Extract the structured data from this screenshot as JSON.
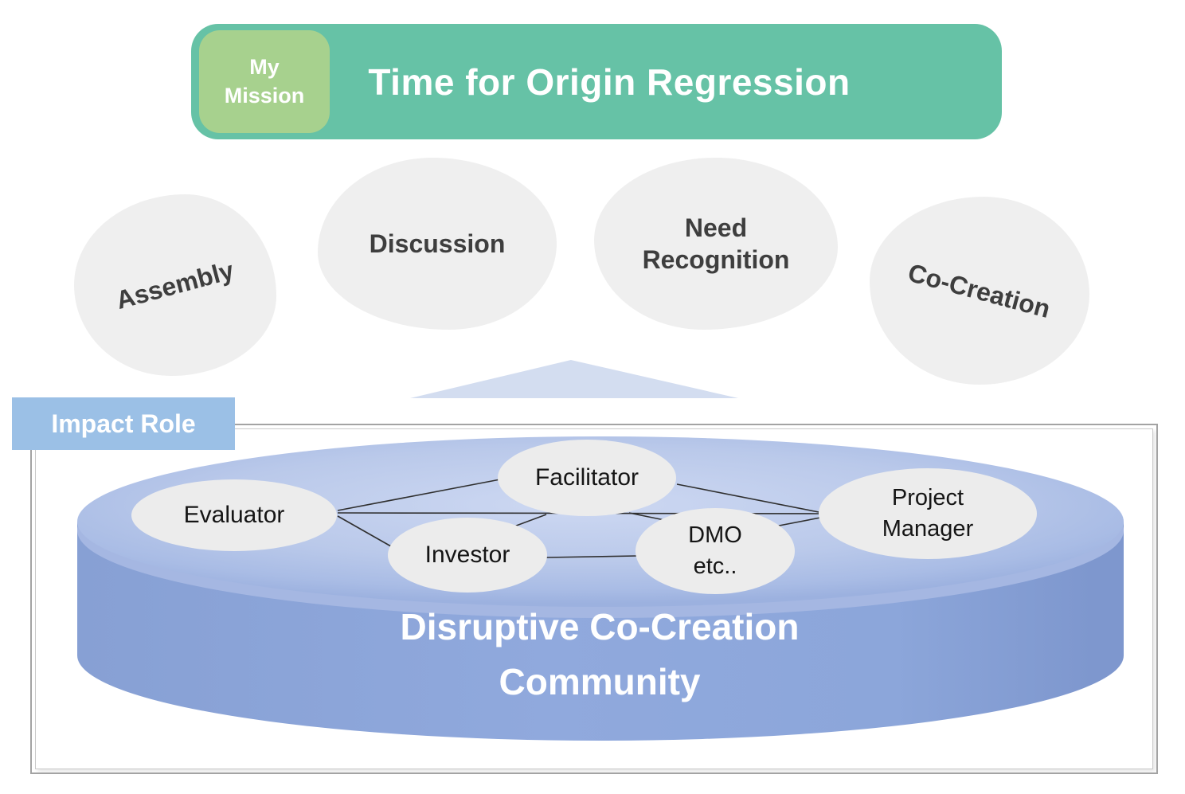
{
  "banner": {
    "badge_label": "My\nMission",
    "title": "Time for Origin Regression"
  },
  "stages": [
    {
      "label": "Assembly"
    },
    {
      "label": "Discussion"
    },
    {
      "label": "Need\nRecognition"
    },
    {
      "label": "Co-Creation"
    }
  ],
  "impact_role": {
    "label": "Impact Role"
  },
  "community": {
    "title": "Disruptive Co-Creation\nCommunity",
    "roles": [
      {
        "label": "Evaluator"
      },
      {
        "label": "Facilitator"
      },
      {
        "label": "Investor"
      },
      {
        "label": "DMO\netc.."
      },
      {
        "label": "Project\nManager"
      }
    ],
    "connections": [
      "Evaluator-Facilitator",
      "Evaluator-Project Manager",
      "Evaluator-Investor",
      "Facilitator-Investor",
      "Facilitator-DMO",
      "Facilitator-Project Manager",
      "Investor-DMO",
      "DMO-Project Manager"
    ]
  },
  "colors": {
    "banner_green": "#66c2a6",
    "badge_green": "#a7d18e",
    "stage_blob_gray": "#efefef",
    "triangle_blue": "#d3ddf0",
    "impact_label_blue": "#9bc0e6",
    "cylinder_top_blue": "#bac9ea",
    "cylinder_body_blue": "#8ca6da",
    "role_ellipse_gray": "#ececec",
    "frame_border_gray": "#a3a3a3"
  }
}
